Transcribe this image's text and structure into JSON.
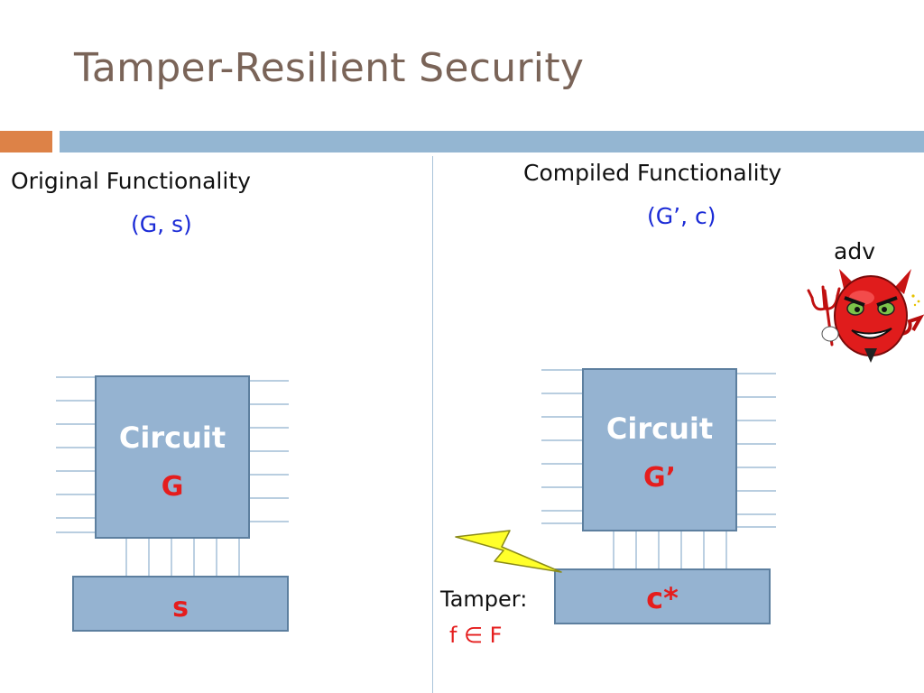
{
  "slide": {
    "title": "Tamper-Resilient Security",
    "left": {
      "heading": "Original Functionality",
      "pair": "(G, s)",
      "circuit_label": "Circuit",
      "circuit_name": "G",
      "memory_label": "s"
    },
    "right": {
      "heading": "Compiled Functionality",
      "pair": "(G’, c)",
      "adversary_label": "adv",
      "circuit_label": "Circuit",
      "circuit_name": "G’",
      "memory_label": "c*",
      "tamper_label": "Tamper:",
      "tamper_function": "f ∈ F"
    }
  },
  "icons": {
    "adversary": "devil-icon",
    "tamper": "lightning-bolt-icon"
  },
  "colors": {
    "title": "#7a6458",
    "accent_orange": "#dd8247",
    "accent_blue": "#94b6d2",
    "box_fill": "#95b3d1",
    "highlight_blue": "#1b2bd6",
    "highlight_red": "#e51d1d"
  }
}
